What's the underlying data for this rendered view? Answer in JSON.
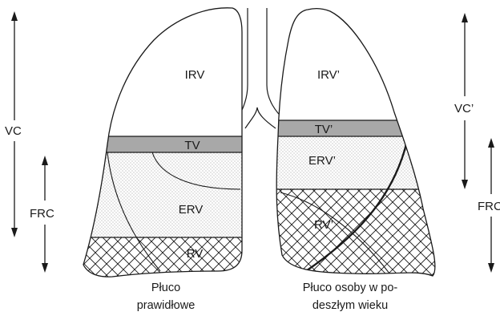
{
  "left_lung": {
    "irv": "IRV",
    "tv": "TV",
    "erv": "ERV",
    "rv": "RV",
    "caption_line1": "Płuco",
    "caption_line2": "prawidłowe"
  },
  "right_lung": {
    "irv": "IRV’",
    "tv": "TV’",
    "erv": "ERV’",
    "rv": "RV’",
    "caption_line1": "Płuco osoby w po-",
    "caption_line2": "deszłym wieku"
  },
  "left_arrows": {
    "vc": "VC",
    "frc": "FRC"
  },
  "right_arrows": {
    "vc": "VC’",
    "frc": "FRC"
  },
  "colors": {
    "tv_band": "#a8a8a8",
    "stroke": "#1a1a1a",
    "dots": "#8a8a8a"
  }
}
